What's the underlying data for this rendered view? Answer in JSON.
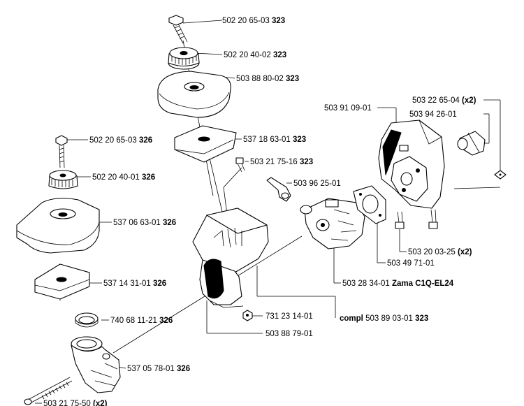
{
  "labels": {
    "bolt_top": {
      "num": "502 20 65-03",
      "qty": "323"
    },
    "knob_top": {
      "num": "502 20 40-02",
      "qty": "323"
    },
    "cover_top": {
      "num": "503 88 80-02",
      "qty": "323"
    },
    "filter_top": {
      "num": "537 18 63-01",
      "qty": "323"
    },
    "screw_filter": {
      "num": "503 21 75-16",
      "qty": "323"
    },
    "bolt_left": {
      "num": "502 20 65-03",
      "qty": "326"
    },
    "knob_left": {
      "num": "502 20 40-01",
      "qty": "326"
    },
    "cover_left": {
      "num": "537 06 63-01",
      "qty": "326"
    },
    "filter_left": {
      "num": "537 14 31-01",
      "qty": "326"
    },
    "oring": {
      "num": "740 68 11-21",
      "qty": "326"
    },
    "intake": {
      "num": "537 05 78-01",
      "qty": "326"
    },
    "long_bolt": {
      "num": "503 21 75-50",
      "qty": "(x2)"
    },
    "bracket_right": {
      "num": "503 91 09-01",
      "qty": ""
    },
    "screw_right": {
      "num": "503 22 65-04",
      "qty": "(x2)"
    },
    "clip_right": {
      "num": "503 94 26-01",
      "qty": ""
    },
    "choke_lever": {
      "num": "503 96 25-01",
      "qty": ""
    },
    "carb_screws": {
      "num": "503 20 03-25",
      "qty": "(x2)"
    },
    "gasket": {
      "num": "503 49 71-01",
      "qty": ""
    },
    "carburetor": {
      "num": "503 28 34-01",
      "qty": "Zama C1Q-EL24"
    },
    "nut": {
      "num": "731 23 14-01",
      "qty": ""
    },
    "compl_prefix": "compl",
    "compl": {
      "num": "503 89 03-01",
      "qty": "323"
    },
    "housing": {
      "num": "503 88 79-01",
      "qty": ""
    }
  }
}
